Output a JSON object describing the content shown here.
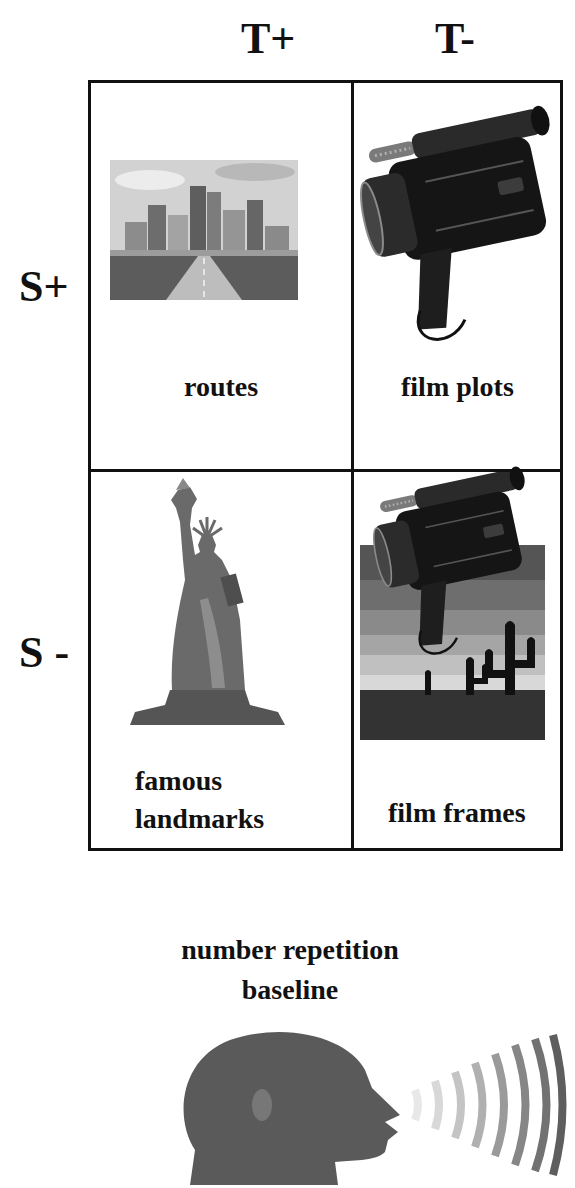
{
  "diagram": {
    "nodes": [
      {
        "text": [
          "routes"
        ]
      },
      {
        "text": [
          "film plots"
        ]
      },
      {
        "text": [
          "famous landmarks"
        ]
      },
      {
        "text": [
          "film frames"
        ]
      }
    ],
    "labels": [
      "T+",
      "T-",
      "S+",
      "S -",
      "number repetition baseline"
    ]
  }
}
